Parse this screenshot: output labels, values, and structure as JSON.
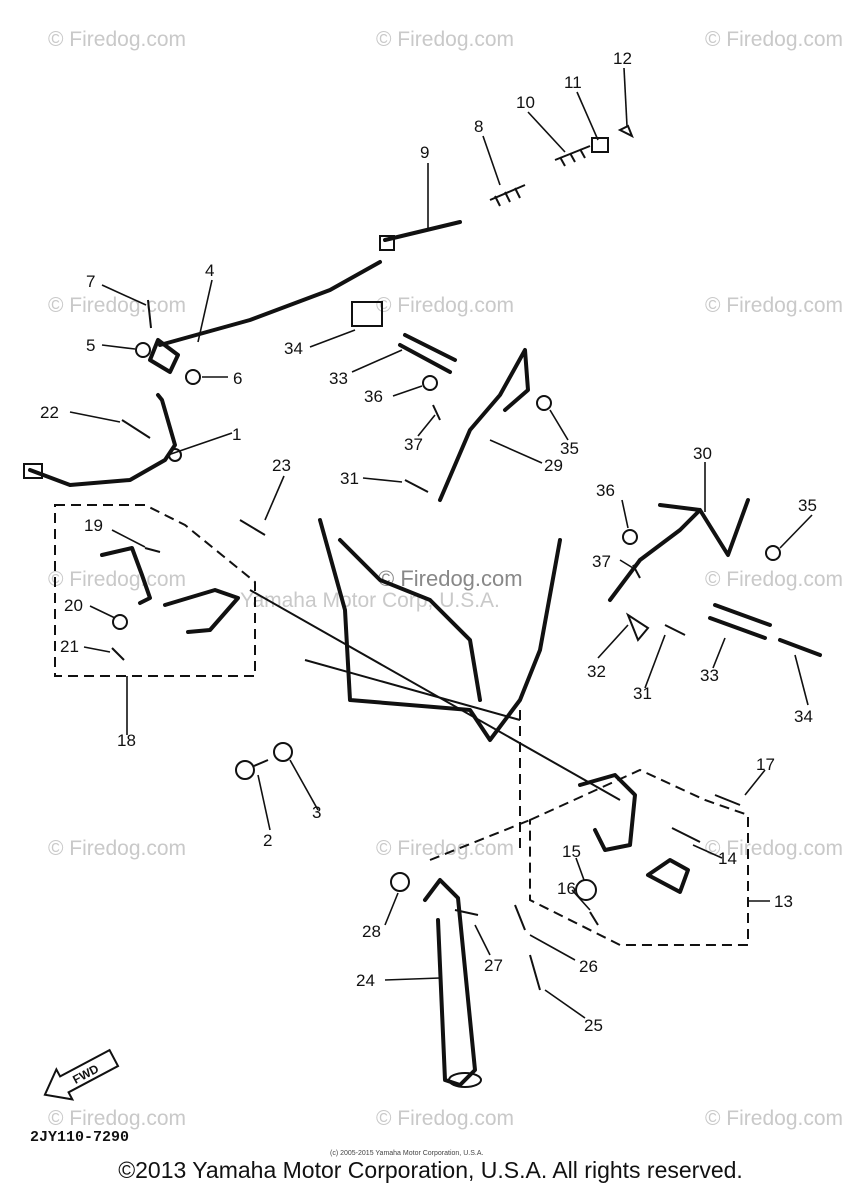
{
  "watermarks": [
    {
      "text": "© Firedog.com"
    },
    {
      "text": "© Firedog.com"
    },
    {
      "text": "© Firedog.com"
    },
    {
      "text": "© Firedog.com"
    },
    {
      "text": "© Firedog.com"
    },
    {
      "text": "© Firedog.com"
    },
    {
      "text": "© Firedog.com"
    },
    {
      "text": "© Firedog.com"
    },
    {
      "text": "© Firedog.com"
    },
    {
      "text": "© Firedog.com"
    },
    {
      "text": "© Firedog.com"
    },
    {
      "text": "© Firedog.com"
    },
    {
      "text": "© Firedog.com"
    },
    {
      "text": "© Firedog.com"
    }
  ],
  "center_watermark": "© Firedog.com",
  "center_watermark_sub": "Yamaha Motor Corp, U.S.A.",
  "callouts": [
    "1",
    "2",
    "3",
    "4",
    "5",
    "6",
    "7",
    "8",
    "9",
    "10",
    "11",
    "12",
    "13",
    "14",
    "15",
    "16",
    "17",
    "18",
    "19",
    "20",
    "21",
    "22",
    "23",
    "24",
    "25",
    "26",
    "27",
    "28",
    "29",
    "30",
    "31",
    "31",
    "32",
    "33",
    "33",
    "34",
    "34",
    "35",
    "35",
    "36",
    "36",
    "37",
    "37"
  ],
  "fwd_label": "FWD",
  "diagram_code": "2JY110-7290",
  "small_copyright": "(c) 2005-2015 Yamaha Motor Corporation, U.S.A.",
  "copyright": "©2013 Yamaha Motor Corporation, U.S.A. All rights reserved."
}
